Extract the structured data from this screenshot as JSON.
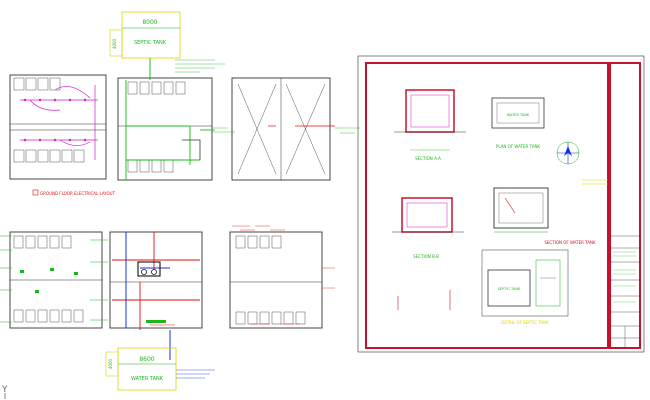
{
  "drawing": {
    "septic_label": "SEPTIC TANK",
    "septic_dim": "8000",
    "septic_side_dim": "4000",
    "water_label": "WATER TANK",
    "water_dim": "8600",
    "water_side_dim": "4000",
    "elec_layout_label": "GROUND FLOOR ELECTRICAL LAYOUT",
    "sec_aa": "SECTION A-A",
    "plan_water": "PLAN OF WATER TANK",
    "sec_water": "SECTION OF WATER TANK",
    "sec_bb": "SECTION B-B",
    "detail_septic": "DETAIL OF SEPTIC TANK",
    "water_tank_inner": "WATER TANK",
    "septic_inner": "SEPTIC TANK",
    "cursor_glyph": "Y"
  },
  "colors": {
    "wall": "#333333",
    "magenta": "#d21cc9",
    "green": "#19b819",
    "red": "#e01010",
    "dark_red": "#b0102e",
    "blue": "#1530e0",
    "yellow": "#d9d400",
    "frame": "#c8102e"
  }
}
